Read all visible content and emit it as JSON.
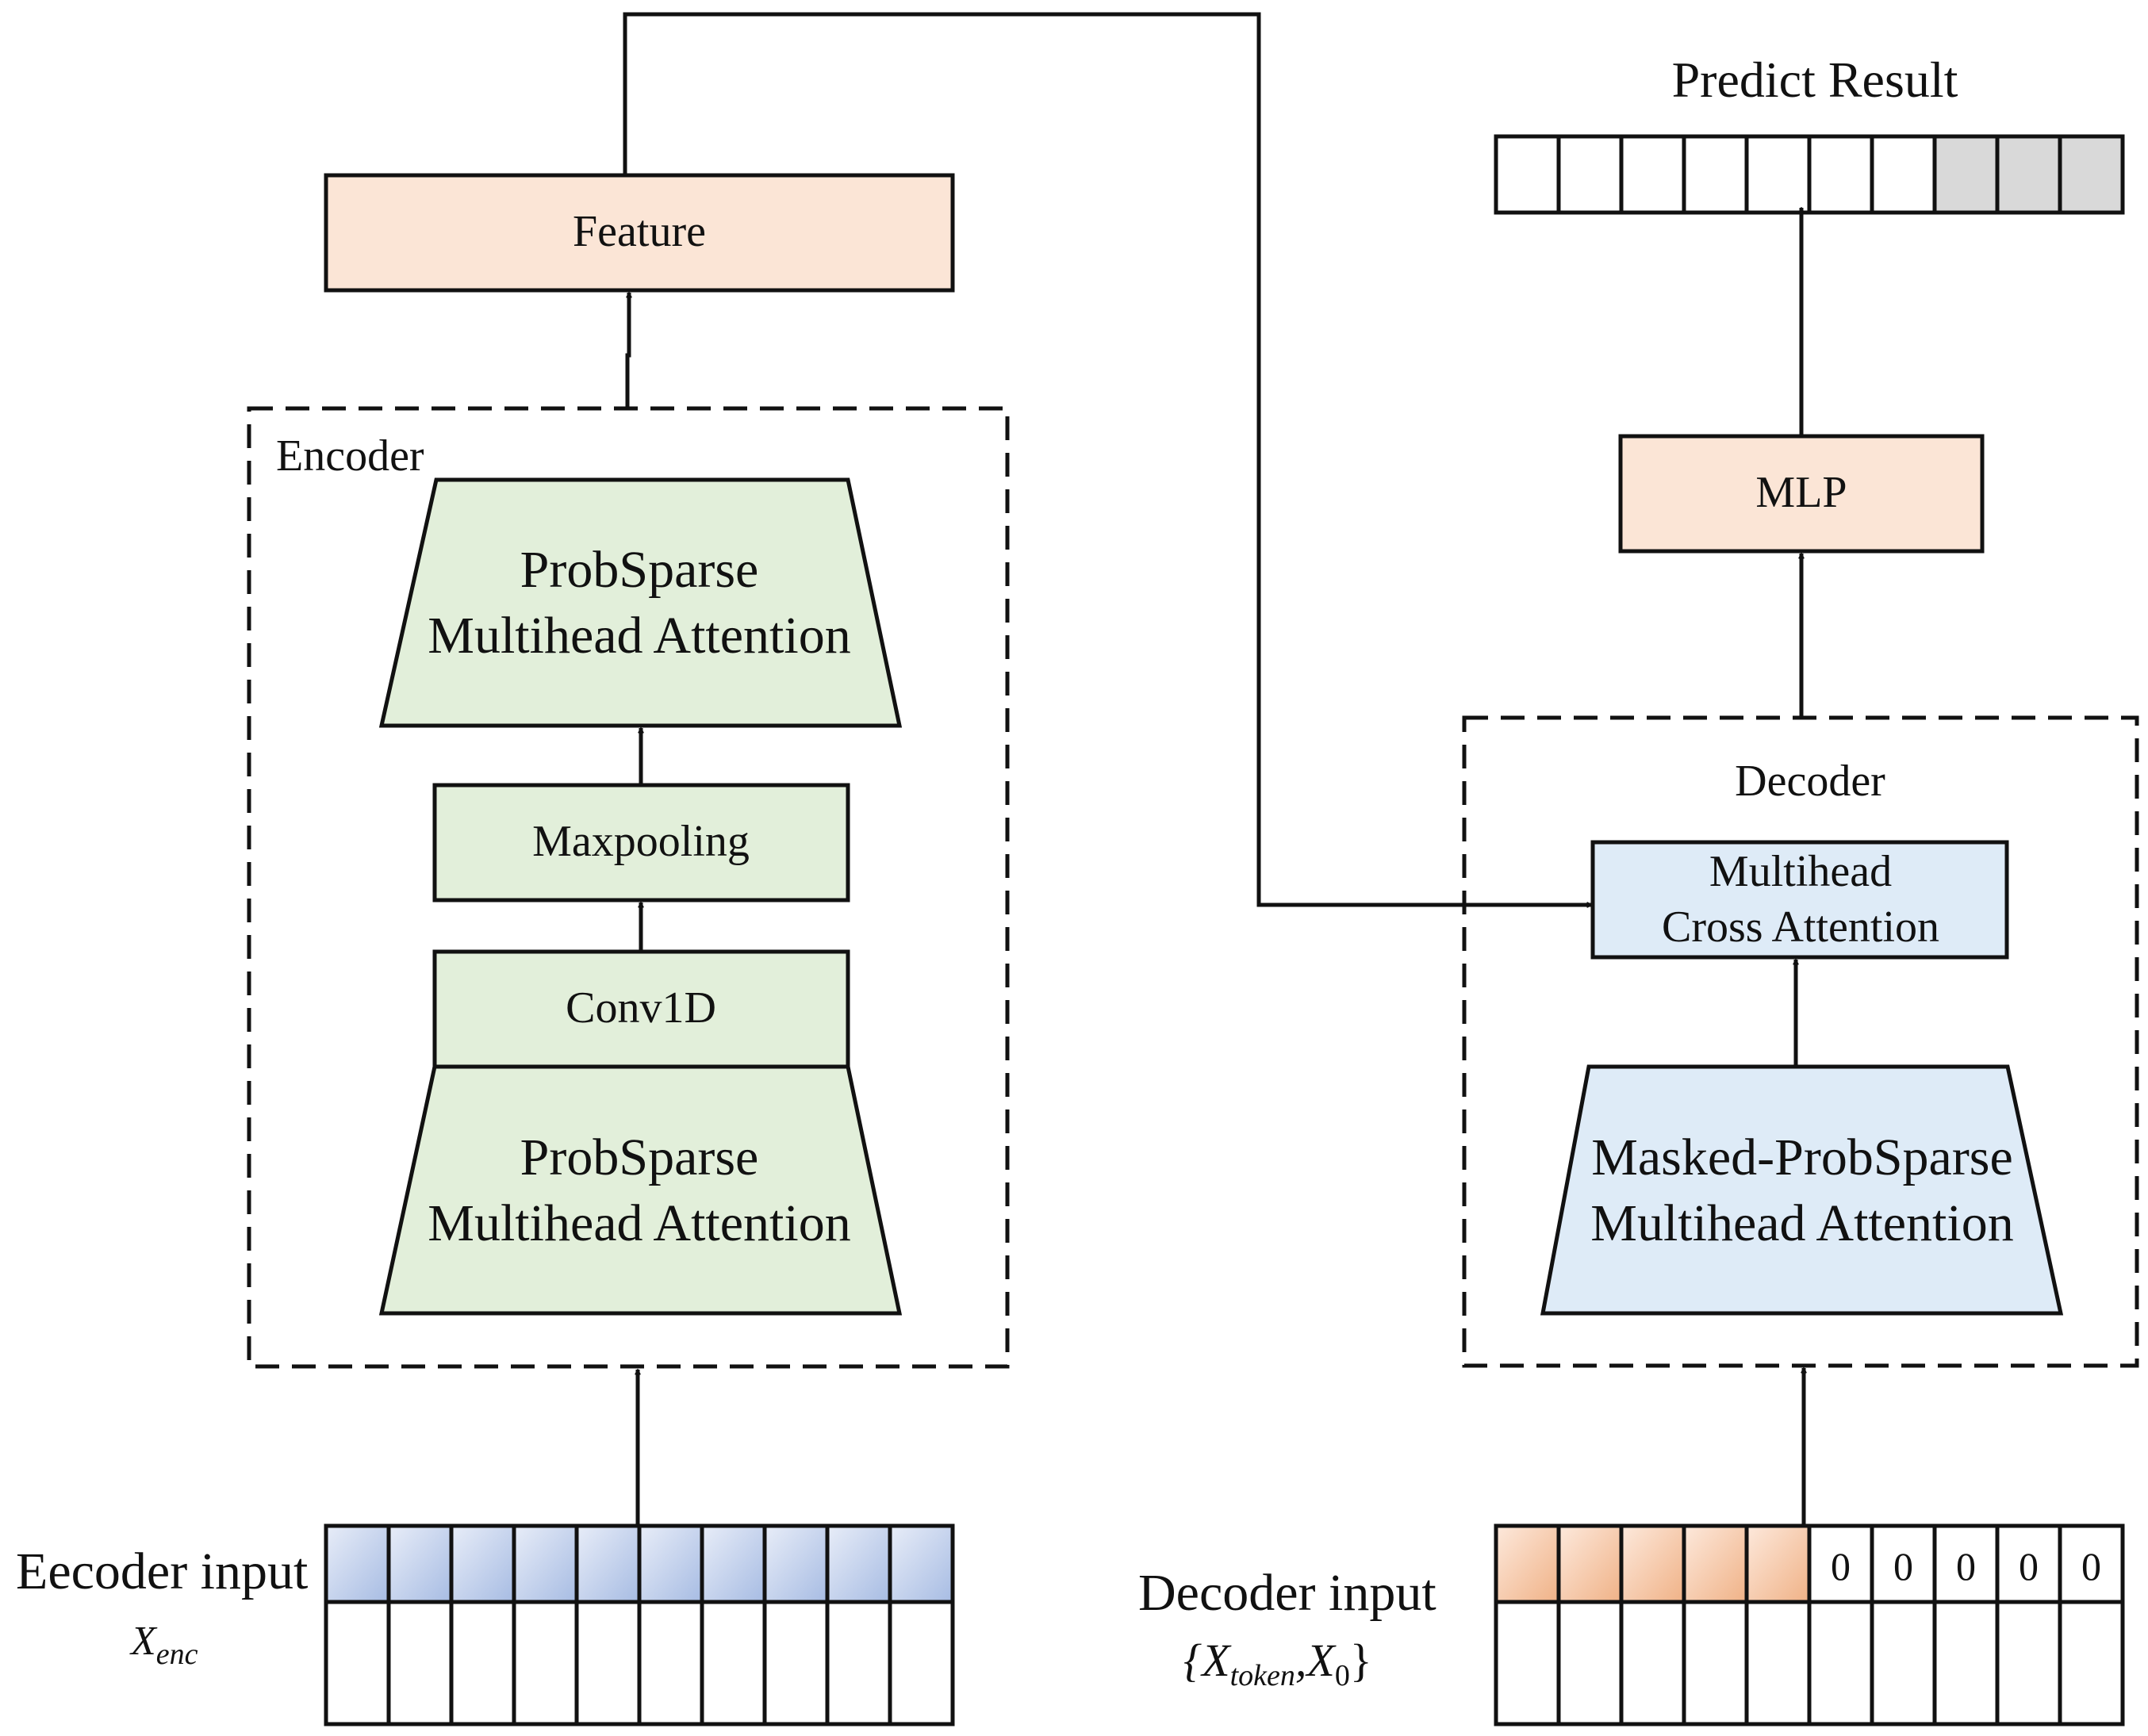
{
  "title": "Predict Result",
  "encoder": {
    "label": "Encoder",
    "top_attention": [
      "ProbSparse",
      "Multihead Attention"
    ],
    "maxpooling": "Maxpooling",
    "conv": "Conv1D",
    "bottom_attention": [
      "ProbSparse",
      "Multihead Attention"
    ]
  },
  "feature": "Feature",
  "mlp": "MLP",
  "decoder": {
    "label": "Decoder",
    "cross_attention": [
      "Multihead",
      "Cross Attention"
    ],
    "masked_attention": [
      "Masked-ProbSparse",
      "Multihead Attention"
    ]
  },
  "encoder_input": {
    "label": "Eecoder input",
    "symbol": "X",
    "subscript": "enc"
  },
  "decoder_input": {
    "label": "Decoder input",
    "symbol_open": "{X",
    "subscript_token": "token",
    "symbol_mid": ",X",
    "subscript_zero": "0",
    "symbol_close": "}",
    "zero_cells": [
      "0",
      "0",
      "0",
      "0",
      "0"
    ]
  },
  "colors": {
    "peach_fill": "#fbe5d6",
    "green_fill": "#e2efda",
    "blue_fill": "#deebf7",
    "gray_cell": "#d9d9d9",
    "enc_grad_start": "#e8edf8",
    "enc_grad_end": "#a7bce3",
    "dec_grad_start": "#fde9dc",
    "dec_grad_end": "#f0b287"
  },
  "predict_cells": {
    "count": 10,
    "gray_count": 3
  },
  "encoder_cells": {
    "count": 10
  },
  "decoder_cells": {
    "count": 10,
    "orange_count": 5
  }
}
